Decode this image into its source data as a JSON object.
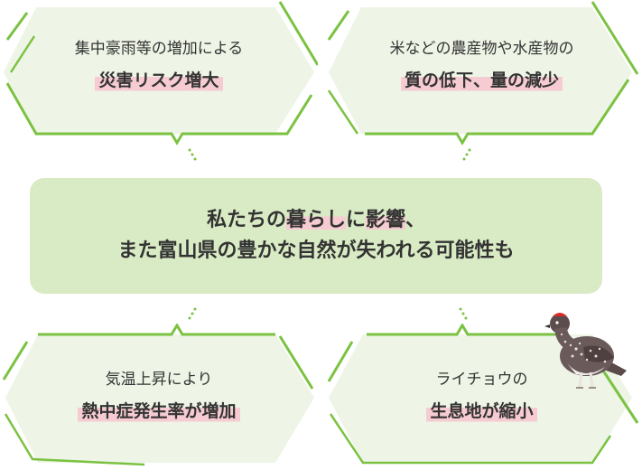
{
  "colors": {
    "card_fill": "#eef5e6",
    "card_stroke": "#7bc242",
    "center_fill": "#d9ebc4",
    "highlight": "#f6cbd2",
    "text": "#333333"
  },
  "cards": {
    "top_left": {
      "line1": "集中豪雨等の増加による",
      "line2": "災害リスク増大"
    },
    "top_right": {
      "line1": "米などの農産物や水産物の",
      "line2": "質の低下、量の減少"
    },
    "bottom_left": {
      "line1": "気温上昇により",
      "line2": "熱中症発生率が増加"
    },
    "bottom_right": {
      "line1": "ライチョウの",
      "line2": "生息地が縮小"
    }
  },
  "center": {
    "line1_pre": "私たちの",
    "line1_hl1": "暮らし",
    "line1_mid": "に",
    "line1_hl2": "影響",
    "line1_post": "、",
    "line2": "また富山県の豊かな自然が失われる可能性も"
  },
  "icons": {
    "bird": "ptarmigan-icon"
  }
}
